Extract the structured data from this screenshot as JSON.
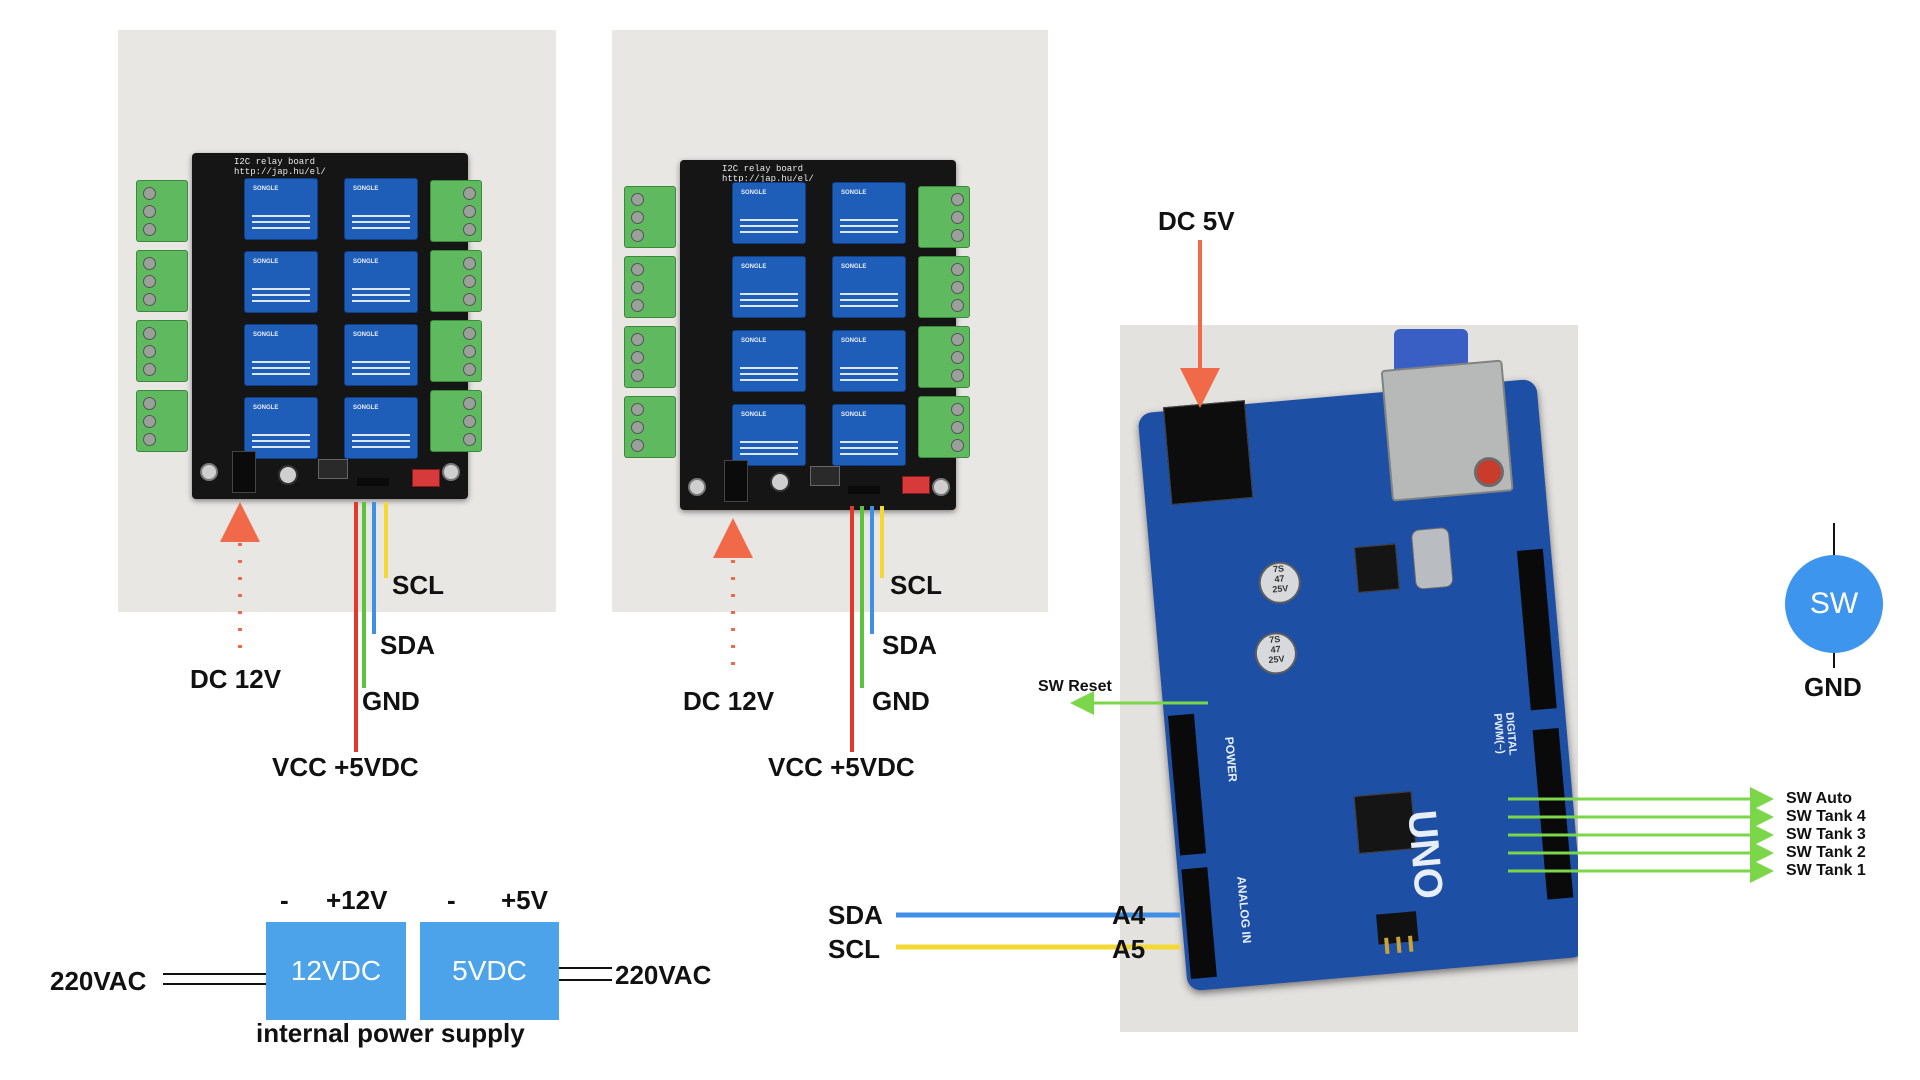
{
  "board_left": {
    "pcb_title_1": "I2C relay board",
    "pcb_title_2": "http://jap.hu/el/",
    "relay_brand": "SONGLE",
    "labels": {
      "scl": "SCL",
      "sda": "SDA",
      "gnd": "GND",
      "power": "DC 12V",
      "vcc": "VCC +5VDC"
    }
  },
  "board_right": {
    "pcb_title_1": "I2C relay board",
    "pcb_title_2": "http://jap.hu/el/",
    "relay_brand": "SONGLE",
    "labels": {
      "scl": "SCL",
      "sda": "SDA",
      "gnd": "GND",
      "power": "DC 12V",
      "vcc": "VCC +5VDC"
    }
  },
  "power_supply": {
    "psu12": {
      "label": "12VDC",
      "minus": "-",
      "plus": "+12V"
    },
    "psu5": {
      "label": "5VDC",
      "minus": "-",
      "plus": "+5V"
    },
    "ac_left": "220VAC",
    "ac_right": "220VAC",
    "caption": "internal power supply"
  },
  "arduino": {
    "dc_label": "DC 5V",
    "board_text": "UNO",
    "power_header": "POWER",
    "analog_header": "ANALOG IN",
    "digital_header": "DIGITAL PWM(~)",
    "reset_label": "SW Reset",
    "sda_label": "SDA",
    "scl_label": "SCL",
    "a4_label": "A4",
    "a5_label": "A5",
    "switch_labels": [
      "SW Auto",
      "SW Tank 4",
      "SW Tank 3",
      "SW Tank 2",
      "SW Tank 1"
    ]
  },
  "switch_symbol": {
    "label": "SW",
    "gnd": "GND"
  },
  "colors": {
    "vcc_wire": "#e03a2b",
    "gnd_wire": "#5bc43d",
    "sda_wire": "#3f8fe6",
    "scl_wire": "#f4d934",
    "dc_arrow": "#f06a4a",
    "switch_wire": "#7bd64a"
  }
}
